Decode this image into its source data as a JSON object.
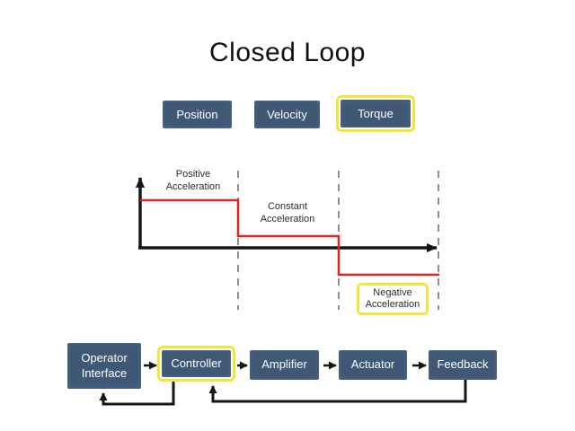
{
  "title": "Closed Loop",
  "mode_buttons": [
    {
      "label": "Position",
      "highlighted": false
    },
    {
      "label": "Velocity",
      "highlighted": false
    },
    {
      "label": "Torque",
      "highlighted": true
    }
  ],
  "graph": {
    "type": "step-line",
    "profile_points": "156,223 265,223 265,263 377,263 377,306 489,306",
    "labels": {
      "positive": "Positive\nAcceleration",
      "constant": "Constant\nAcceleration",
      "negative": "Negative\nAcceleration"
    },
    "negative_label_highlighted": true,
    "phase_divider_count": 3
  },
  "flow": {
    "blocks": [
      {
        "label": "Operator\nInterface",
        "highlighted": false
      },
      {
        "label": "Controller",
        "highlighted": true
      },
      {
        "label": "Amplifier",
        "highlighted": false
      },
      {
        "label": "Actuator",
        "highlighted": false
      },
      {
        "label": "Feedback",
        "highlighted": false
      }
    ],
    "loops": [
      {
        "from": "Controller",
        "to": "Operator Interface"
      },
      {
        "from": "Feedback",
        "to": "Controller"
      }
    ]
  },
  "colors": {
    "box_blue": "#3e5876",
    "highlight_yellow": "#f2e53c",
    "profile_red": "#dc2626",
    "line_black": "#161616",
    "dashed_gray": "#8f8f8f"
  }
}
